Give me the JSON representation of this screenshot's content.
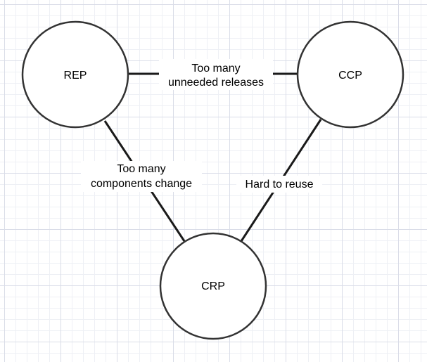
{
  "colors": {
    "stroke": "#333333",
    "fill": "#ffffff",
    "text": "#000000"
  },
  "nodes": {
    "rep": {
      "label": "REP"
    },
    "ccp": {
      "label": "CCP"
    },
    "crp": {
      "label": "CRP"
    }
  },
  "edges": {
    "rep_ccp": {
      "line1": "Too many",
      "line2": "unneeded releases"
    },
    "rep_crp": {
      "line1": "Too many",
      "line2": "components change"
    },
    "ccp_crp": {
      "line1": "Hard to reuse"
    }
  }
}
